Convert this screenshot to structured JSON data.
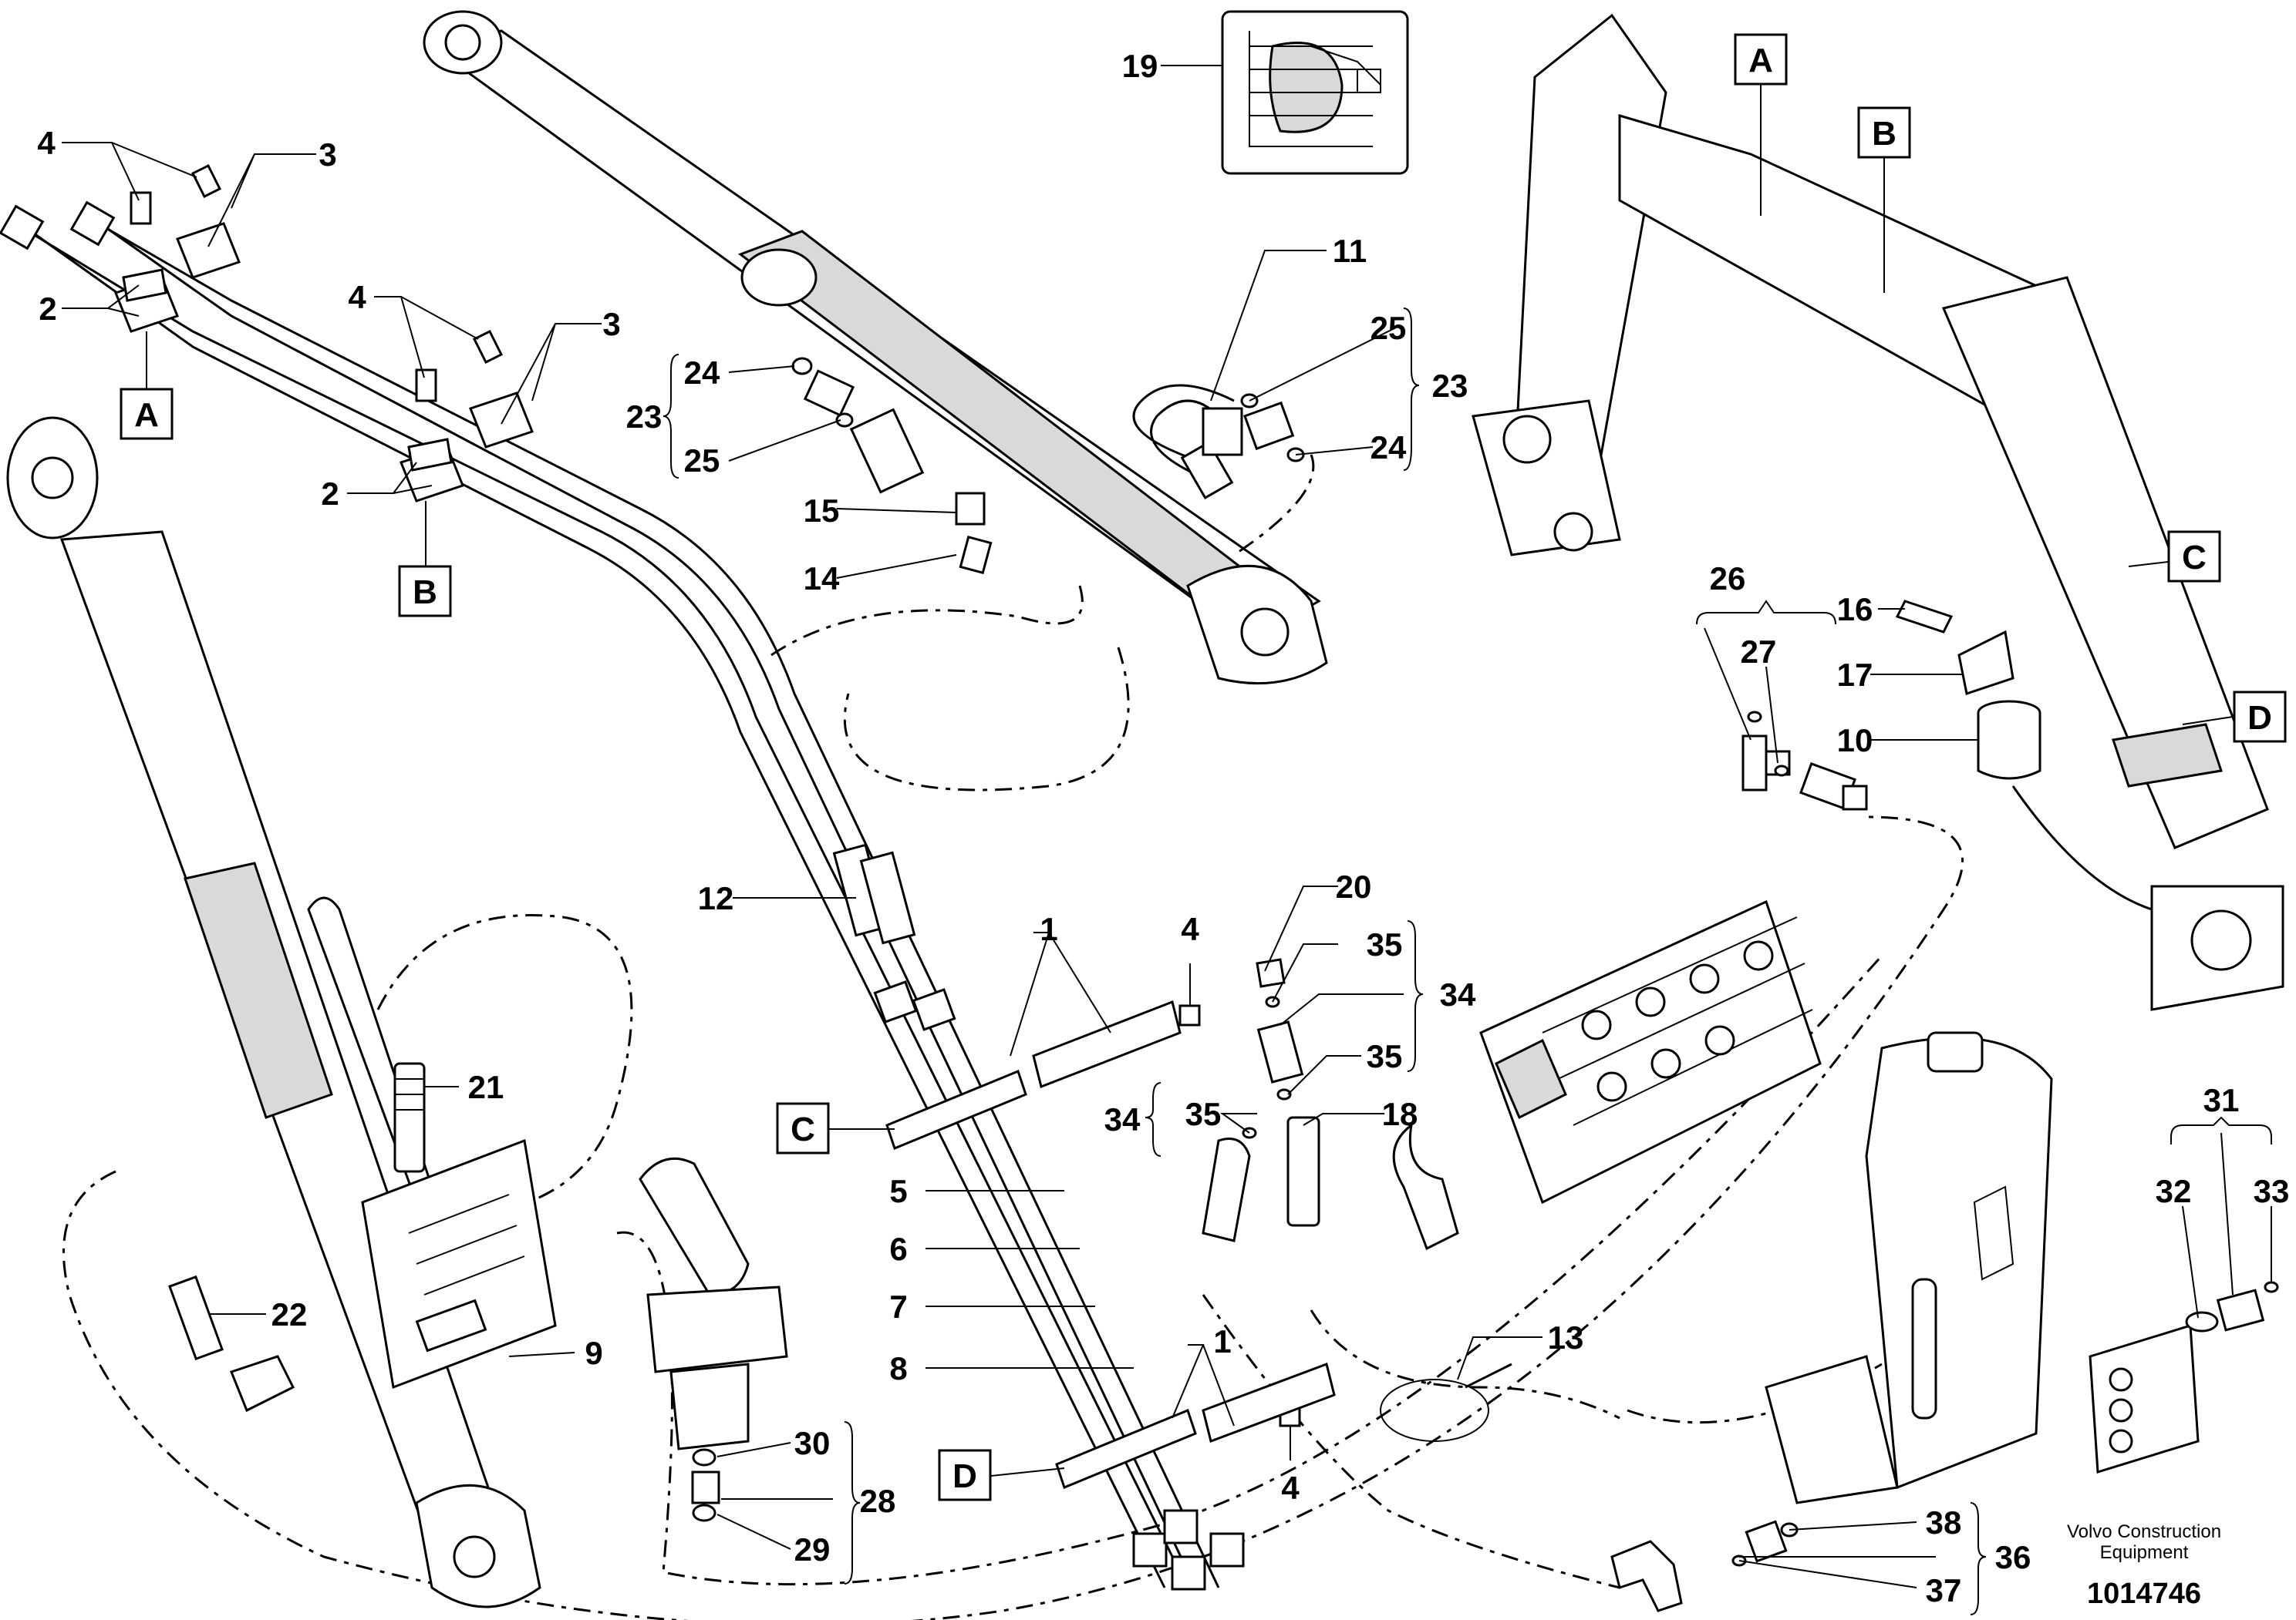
{
  "callouts": {
    "n1a": "1",
    "n1b": "1",
    "n2a": "2",
    "n2b": "2",
    "n3a": "3",
    "n3b": "3",
    "n4a": "4",
    "n4b": "4",
    "n4c": "4",
    "n4d": "4",
    "n5": "5",
    "n6": "6",
    "n7": "7",
    "n8": "8",
    "n9": "9",
    "n10": "10",
    "n11": "11",
    "n12": "12",
    "n13": "13",
    "n14": "14",
    "n15": "15",
    "n16": "16",
    "n17": "17",
    "n18": "18",
    "n19": "19",
    "n20": "20",
    "n21": "21",
    "n22": "22",
    "n23a": "23",
    "n23b": "23",
    "n24a": "24",
    "n24b": "24",
    "n25a": "25",
    "n25b": "25",
    "n26": "26",
    "n27": "27",
    "n28": "28",
    "n29": "29",
    "n30": "30",
    "n31": "31",
    "n32": "32",
    "n33": "33",
    "n34a": "34",
    "n34b": "34",
    "n35a": "35",
    "n35b": "35",
    "n35c": "35",
    "n36": "36",
    "n37": "37",
    "n38": "38"
  },
  "box_labels": {
    "a_left": "A",
    "b_left": "B",
    "c_left": "C",
    "d_left": "D",
    "a_right": "A",
    "b_right": "B",
    "c_right": "C",
    "d_right": "D"
  },
  "footer": {
    "brand_line1": "Volvo Construction",
    "brand_line2": "Equipment",
    "doc_number": "1014746"
  }
}
